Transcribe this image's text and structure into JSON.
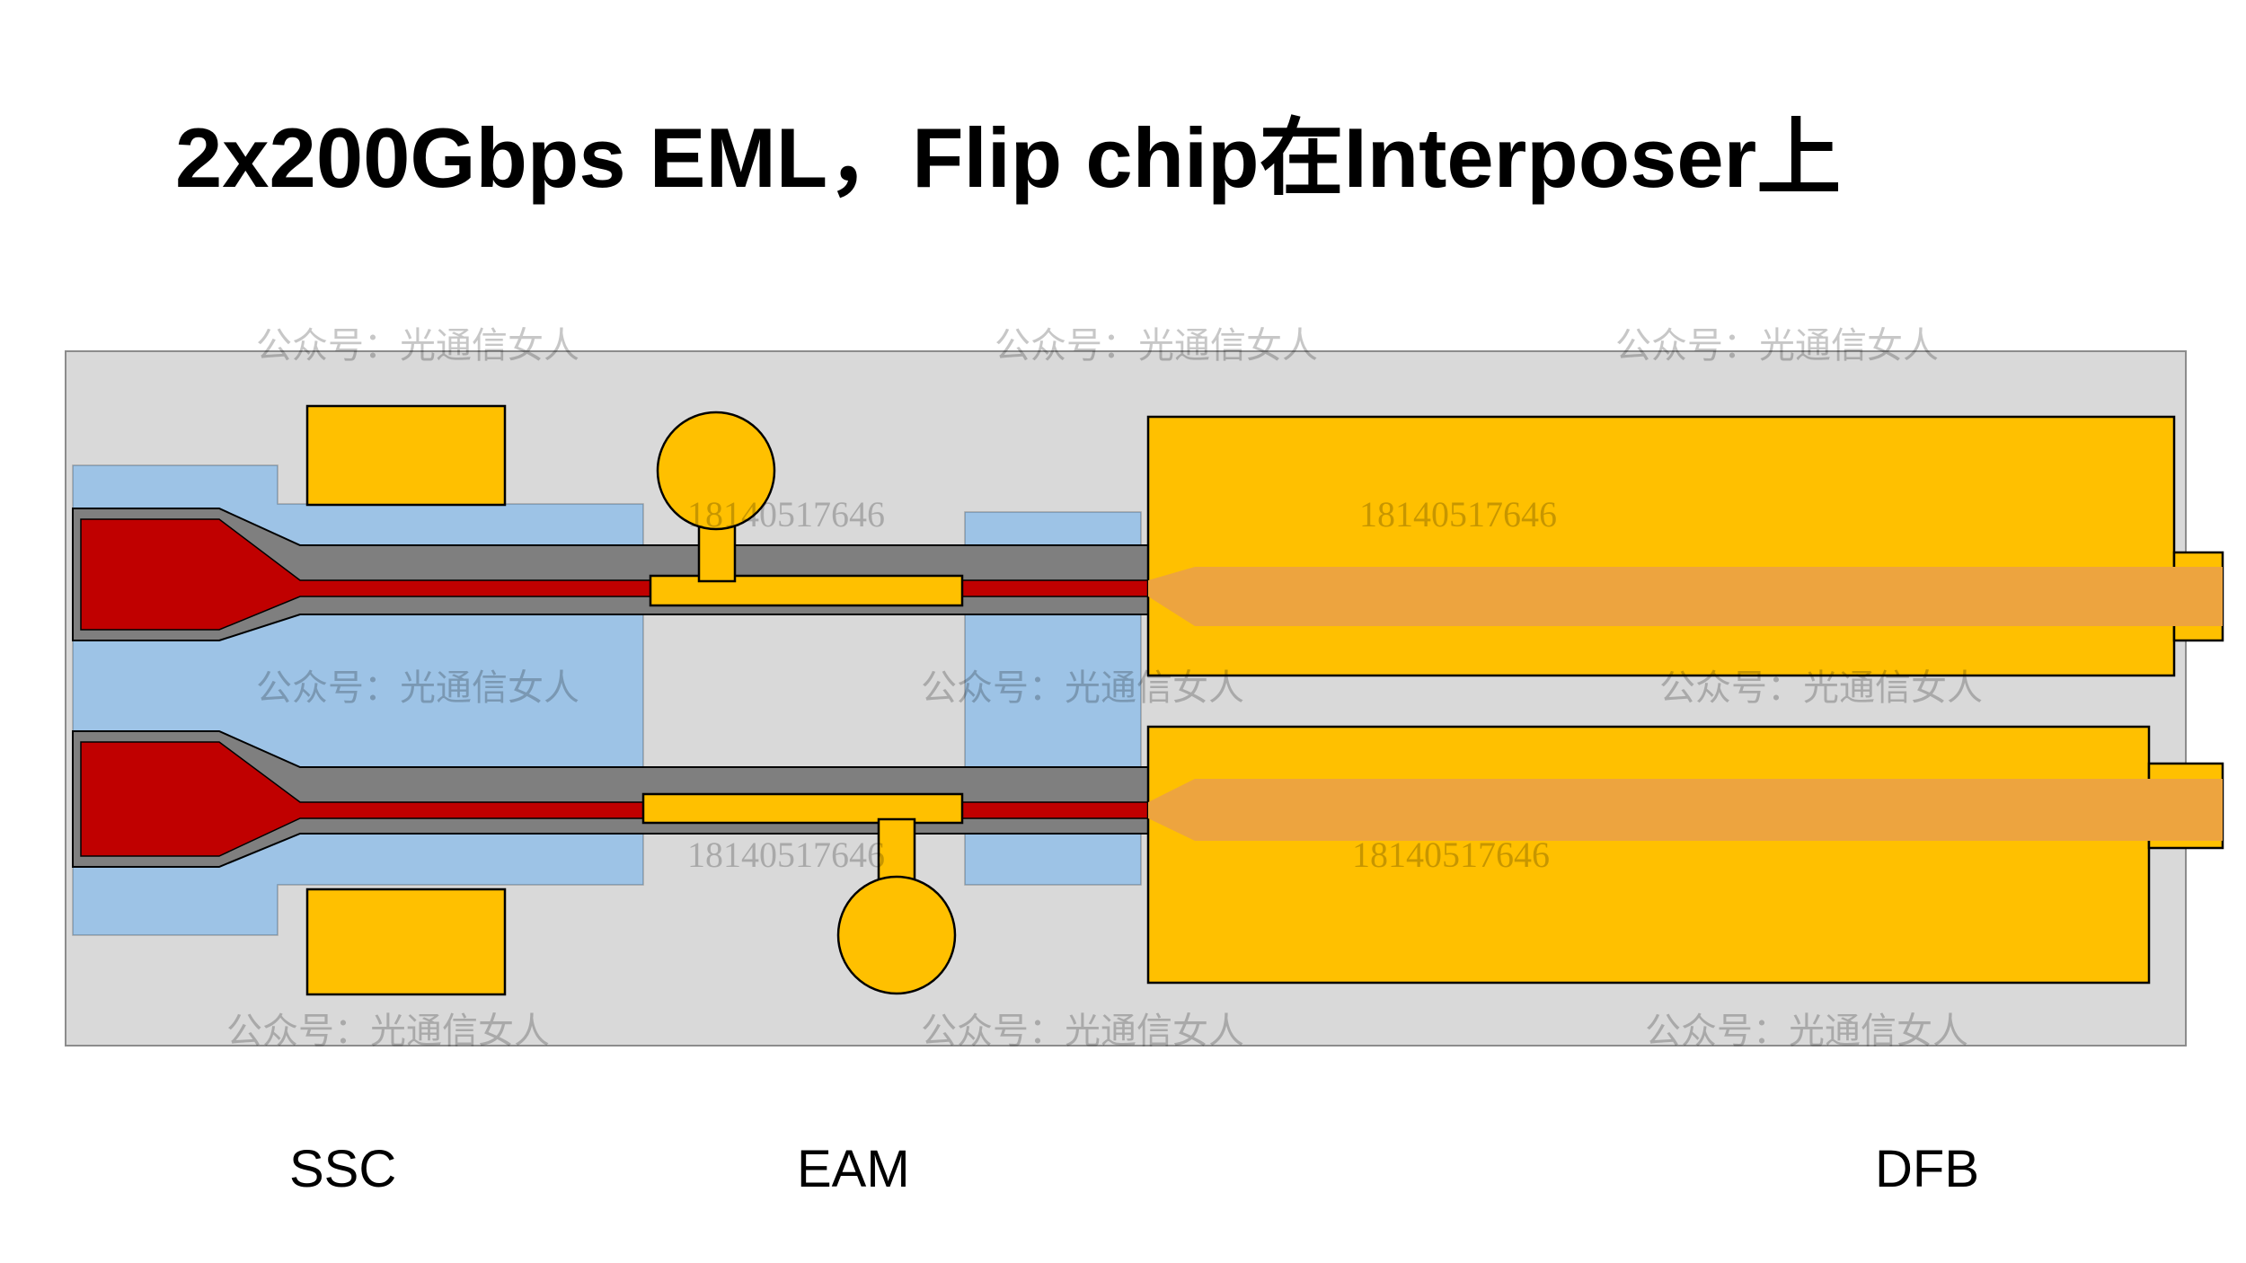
{
  "title": "2x200Gbps EML，Flip chip在Interposer上",
  "labels": {
    "ssc": "SSC",
    "eam": "EAM",
    "dfb": "DFB"
  },
  "watermarks": {
    "account": "公众号：光通信女人",
    "phone": "18140517646"
  },
  "colors": {
    "bg": "#ffffff",
    "title": "#000000",
    "interposer": "#d9d9d9",
    "blue": "#9dc3e6",
    "gray-wg": "#7f7f7f",
    "red-core": "#c00000",
    "yellow": "#ffc000",
    "orange-stripe": "#eda43f",
    "watermark": "#00000038"
  }
}
